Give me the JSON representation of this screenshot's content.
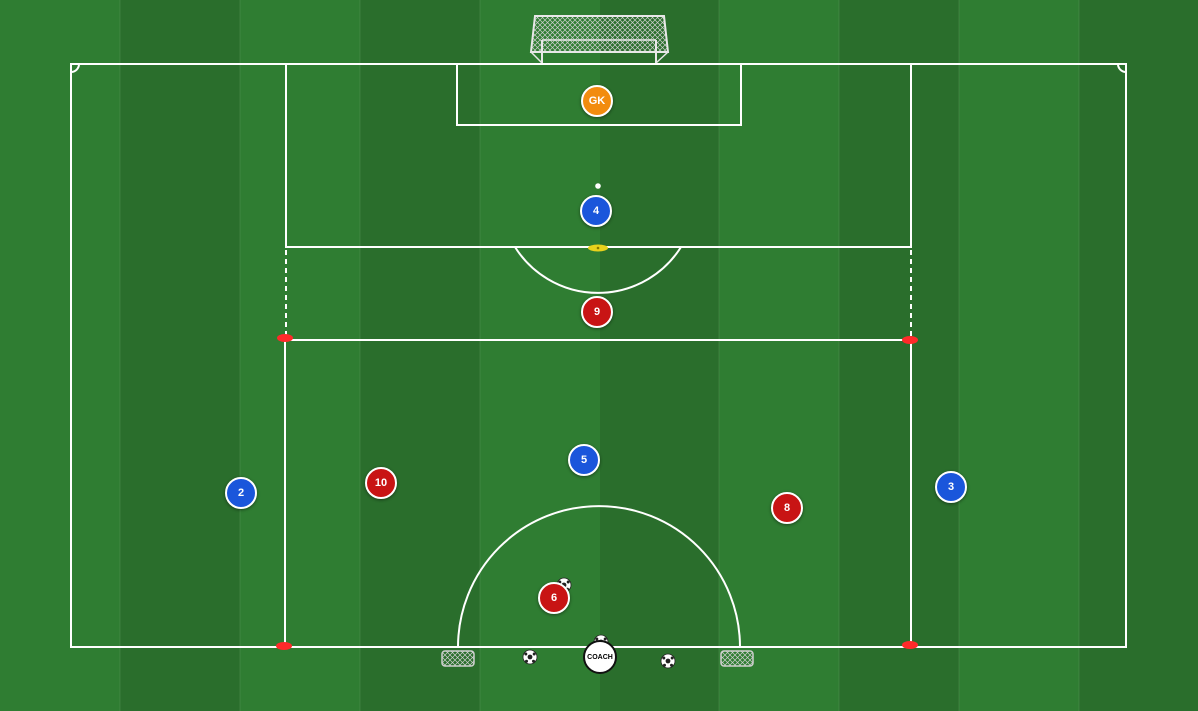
{
  "colors": {
    "stripe_light": "#2f7d32",
    "stripe_dark": "#2a6e2c",
    "line": "#ffffff",
    "team_blue": "#1a56db",
    "team_red": "#c81414",
    "goalkeeper": "#f28c0f",
    "cone_red": "#ff2a2a",
    "cone_yellow": "#e8d21c"
  },
  "players": [
    {
      "id": "gk",
      "label": "GK",
      "team": "goalkeeper"
    },
    {
      "id": "blue-4",
      "label": "4",
      "team": "blue"
    },
    {
      "id": "red-9",
      "label": "9",
      "team": "red"
    },
    {
      "id": "blue-5",
      "label": "5",
      "team": "blue"
    },
    {
      "id": "blue-2",
      "label": "2",
      "team": "blue"
    },
    {
      "id": "red-10",
      "label": "10",
      "team": "red"
    },
    {
      "id": "red-8",
      "label": "8",
      "team": "red"
    },
    {
      "id": "blue-3",
      "label": "3",
      "team": "blue"
    },
    {
      "id": "red-6",
      "label": "6",
      "team": "red"
    }
  ],
  "coach": {
    "label": "COACH"
  }
}
